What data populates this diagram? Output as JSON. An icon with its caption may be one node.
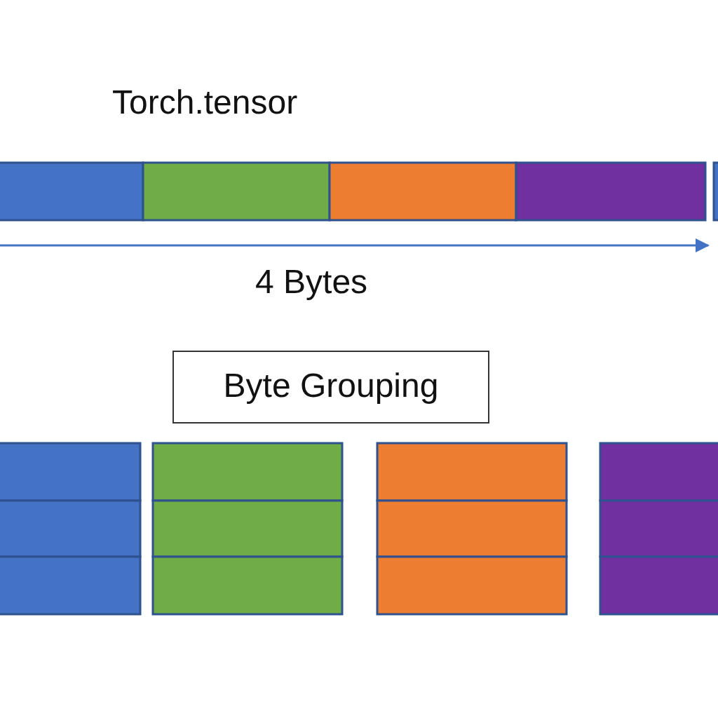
{
  "diagram": {
    "nodes": [
      {
        "text": [
          "Byte Grouping"
        ]
      }
    ],
    "edges": [],
    "labels": [
      "Torch.tensor",
      "4 Bytes"
    ]
  }
}
